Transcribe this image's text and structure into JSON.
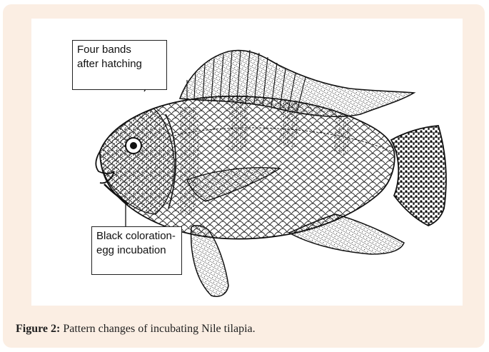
{
  "figure": {
    "labels": {
      "bands_line1": "Four bands",
      "bands_line2": "after hatching",
      "black_line1": "Black coloration-",
      "black_line2": "egg incubation"
    },
    "caption": {
      "prefix": "Figure 2:",
      "text": " Pattern changes of incubating Nile tilapia."
    },
    "colors": {
      "card_background": "#fbeee3",
      "line": "#111111"
    }
  }
}
